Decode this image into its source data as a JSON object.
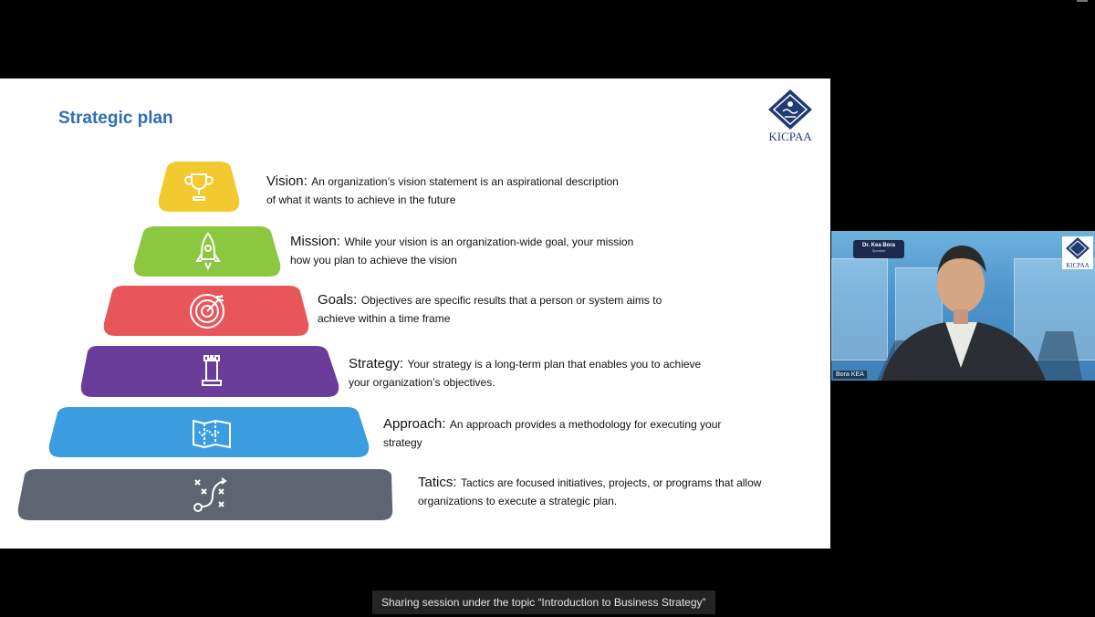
{
  "slide": {
    "title": "Strategic plan",
    "logo_text": "KICPAA",
    "tiers": [
      {
        "label": "Vision:",
        "line1": "An organization’s vision statement is an aspirational description",
        "line2": "of what it wants to achieve in the future",
        "color": "#f2c92e",
        "icon": "trophy-icon"
      },
      {
        "label": "Mission:",
        "line1": "While your vision is an organization-wide goal, your mission",
        "line2": "how you plan to achieve the vision",
        "color": "#8dc63f",
        "icon": "rocket-icon"
      },
      {
        "label": "Goals:",
        "line1": "Objectives are specific results that a person or system aims to",
        "line2": "achieve within a time frame",
        "color": "#e8565a",
        "icon": "target-icon"
      },
      {
        "label": "Strategy:",
        "line1": "Your strategy is a long-term plan that enables you to achieve",
        "line2": "your organization’s objectives.",
        "color": "#6b3d9a",
        "icon": "chess-rook-icon"
      },
      {
        "label": "Approach:",
        "line1": "An approach provides a methodology for executing your",
        "line2": "strategy",
        "color": "#3b9de0",
        "icon": "map-icon"
      },
      {
        "label": "Tatics:",
        "line1": "Tactics are focused initiatives, projects, or programs that allow",
        "line2": "organizations to execute a strategic plan.",
        "color": "#5f6472",
        "icon": "tactics-play-icon"
      }
    ]
  },
  "video": {
    "nameplate_name": "Dr. Kea Bora",
    "nameplate_role": "Speaker",
    "participant_name": "Bora KEA",
    "logo_text": "KICPAA"
  },
  "caption": "Sharing session under the topic “Introduction to Business Strategy”"
}
